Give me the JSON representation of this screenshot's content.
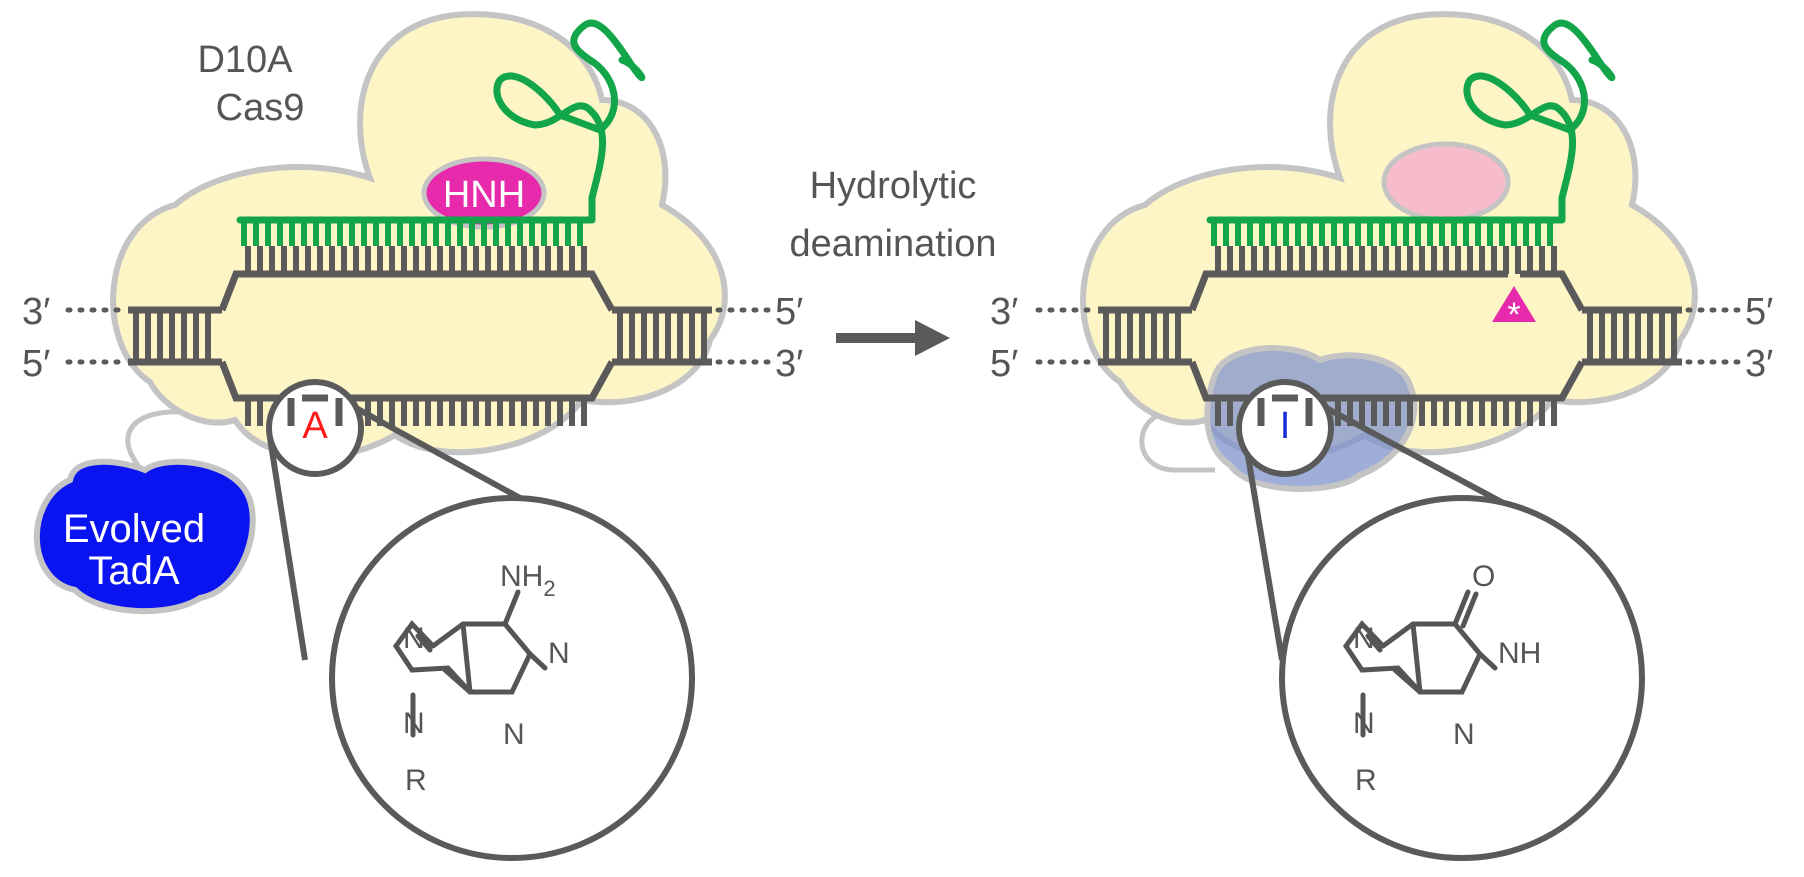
{
  "colors": {
    "cas9_fill": "#fdf5c6",
    "outline": "#c4c4c4",
    "dna": "#5a5a5a",
    "guide_rna": "#13a54a",
    "hnh": "#e62aab",
    "hnh_inactive": "#f7bccb",
    "tada": "#0a14f0",
    "base_A": "#ff1a1a",
    "base_I": "#1a2bd6",
    "tada_bound": "#7f93cc",
    "nick_marker": "#e62aab"
  },
  "left_panel": {
    "cas9_label_line1": "D10A",
    "cas9_label_line2": "Cas9",
    "hnh_label": "HNH",
    "tada_label_line1": "Evolved",
    "tada_label_line2": "TadA",
    "base_label": "A",
    "end_top_left": "3′",
    "end_bottom_left": "5′",
    "end_top_right": "5′",
    "end_bottom_right": "3′",
    "structure": {
      "substituent": "NH",
      "substituent_sub": "2",
      "n1": "N",
      "n3": "N",
      "n7": "N",
      "n9": "N",
      "r": "R"
    }
  },
  "arrow": {
    "label_line1": "Hydrolytic",
    "label_line2": "deamination",
    "icon": "right-arrow-icon"
  },
  "right_panel": {
    "base_label": "I",
    "nick_symbol": "*",
    "end_top_left": "3′",
    "end_bottom_left": "5′",
    "end_top_right": "5′",
    "end_bottom_right": "3′",
    "structure": {
      "substituent": "O",
      "n1": "NH",
      "n3": "N",
      "n7": "N",
      "n9": "N",
      "r": "R"
    }
  }
}
